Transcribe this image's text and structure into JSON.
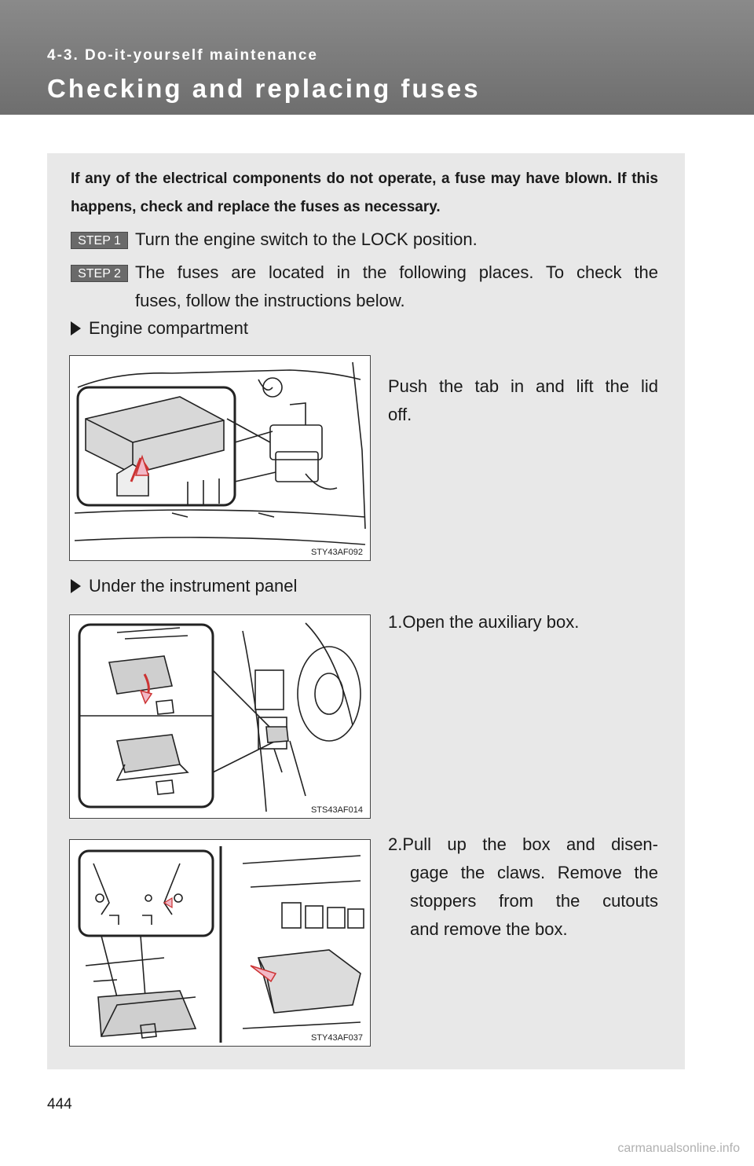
{
  "header": {
    "section": "4-3. Do-it-yourself maintenance",
    "title": "Checking and replacing fuses"
  },
  "intro": "If any of the electrical components do not operate, a fuse may have blown. If this happens, check and replace the fuses as necessary.",
  "steps": [
    {
      "badge": "STEP 1",
      "text": "Turn the engine switch to the LOCK position."
    },
    {
      "badge": "STEP 2",
      "text_line1": "The fuses are located in the following places. To check the",
      "text_line2": "fuses, follow the instructions below."
    }
  ],
  "locations": [
    {
      "label": "Engine compartment",
      "instructions": [
        {
          "line1": "Push the tab in and lift the lid",
          "line2": "off."
        }
      ],
      "figures": [
        "STY43AF092"
      ]
    },
    {
      "label": "Under the instrument panel",
      "instructions": [
        {
          "text": "1.Open the auxiliary box."
        },
        {
          "line1": "2.Pull up the box and disen-",
          "line2": "gage the claws. Remove the",
          "line3": "stoppers from the cutouts",
          "line4": "and remove the box."
        }
      ],
      "figures": [
        "STS43AF014",
        "STY43AF037"
      ]
    }
  ],
  "page_number": "444",
  "watermark": "carmanualsonline.info"
}
